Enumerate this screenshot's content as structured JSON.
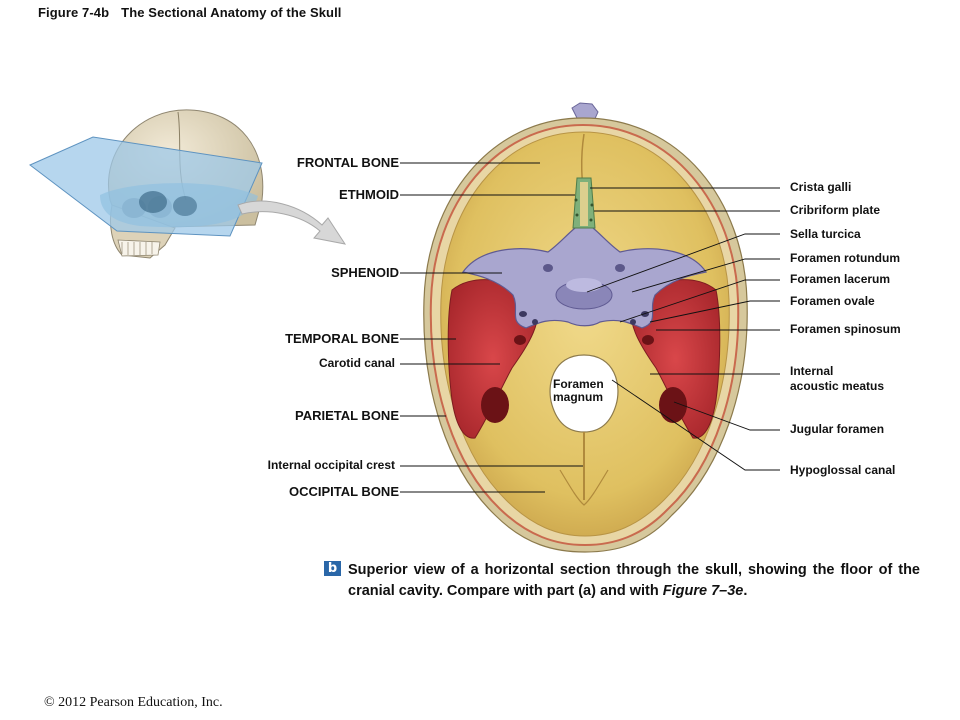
{
  "figure": {
    "number": "Figure 7-4b",
    "title": "The Sectional Anatomy of the Skull"
  },
  "labels_left": {
    "frontal_bone": "FRONTAL BONE",
    "ethmoid": "ETHMOID",
    "sphenoid": "SPHENOID",
    "temporal_bone": "TEMPORAL BONE",
    "carotid_canal": "Carotid canal",
    "parietal_bone": "PARIETAL BONE",
    "internal_occipital_crest": "Internal occipital crest",
    "occipital_bone": "OCCIPITAL BONE"
  },
  "labels_right": {
    "crista_galli": "Crista galli",
    "cribriform_plate": "Cribriform plate",
    "sella_turcica": "Sella turcica",
    "foramen_rotundum": "Foramen rotundum",
    "foramen_lacerum": "Foramen lacerum",
    "foramen_ovale": "Foramen ovale",
    "foramen_spinosum": "Foramen spinosum",
    "internal_acoustic_meatus_line1": "Internal",
    "internal_acoustic_meatus_line2": "acoustic meatus",
    "jugular_foramen": "Jugular foramen",
    "hypoglossal_canal": "Hypoglossal canal"
  },
  "labels_center": {
    "foramen_magnum_line1": "Foramen",
    "foramen_magnum_line2": "magnum"
  },
  "caption": {
    "badge": "b",
    "text": "Superior view of a horizontal section through the skull, showing the floor of the cranial cavity. Compare with part (a) and with ",
    "reference": "Figure 7–3e",
    "end": "."
  },
  "copyright": "© 2012 Pearson Education, Inc.",
  "colors": {
    "bone_yellow": "#e3c56a",
    "sphenoid_purple": "#a9a6cf",
    "temporal_red": "#c8363a",
    "plane_blue": "#9ec8e8",
    "skull_beige": "#e6dcc6",
    "badge_blue": "#2a67a8"
  }
}
